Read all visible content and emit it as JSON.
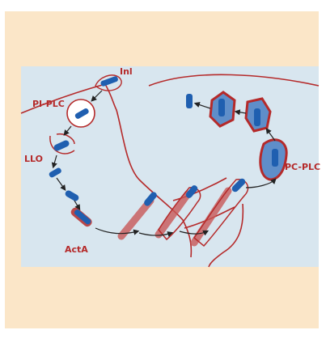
{
  "labels": {
    "inl": "Inl",
    "pi_plc": "PI-PLC",
    "llo": "LLO",
    "act_a": "ActA",
    "pc_plc": "PC-PLC"
  },
  "colors": {
    "frame_bg": "#fbe6c8",
    "cell_bg": "#d8e6ef",
    "membrane": "#b52a2a",
    "bacterium": "#1f5fb0",
    "bacterium_light": "#5f8ec9",
    "label": "#b52a2a"
  }
}
